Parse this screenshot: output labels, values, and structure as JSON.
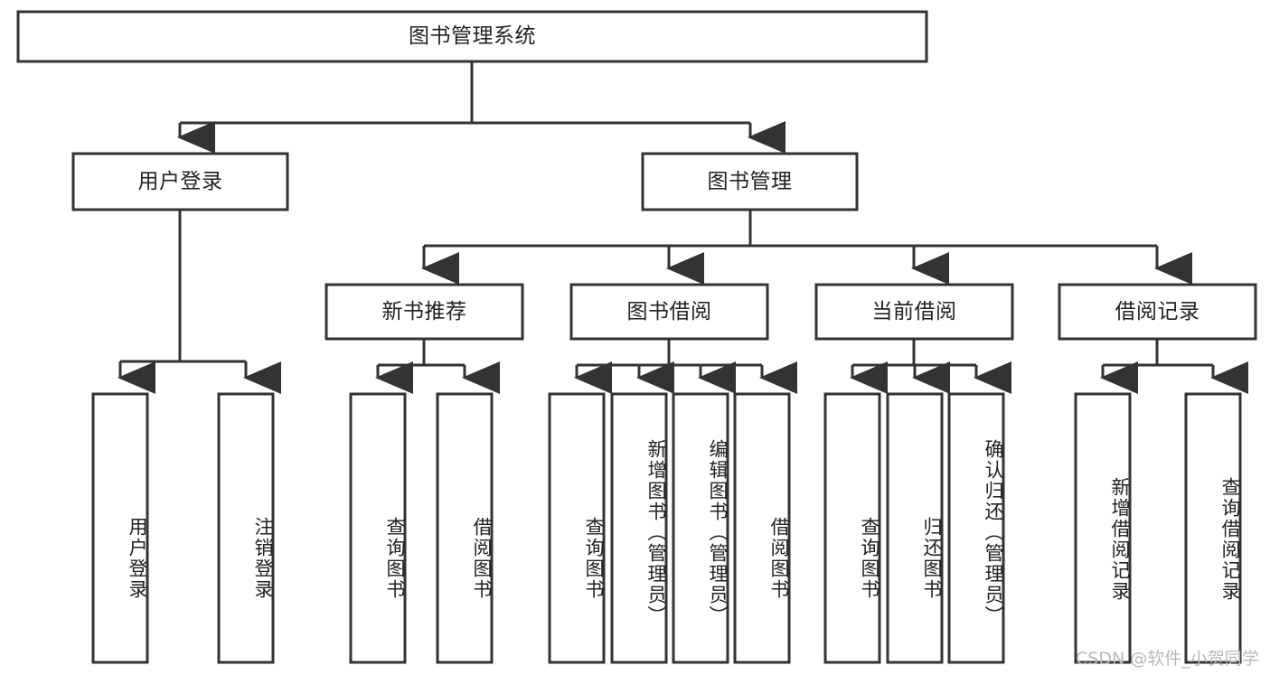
{
  "diagram": {
    "title": "图书管理系统",
    "type": "tree",
    "orientation": "top-down",
    "watermark": "CSDN @软件_小贺同学",
    "colors": {
      "background": "#ffffff",
      "node_fill": "#ffffff",
      "node_stroke": "#333333",
      "text": "#222222",
      "watermark": "#b9b9b9"
    },
    "levels": [
      {
        "level": 1,
        "nodes": [
          {
            "id": "root",
            "label": "图书管理系统",
            "orientation": "horizontal"
          }
        ]
      },
      {
        "level": 2,
        "nodes": [
          {
            "id": "user-login",
            "label": "用户登录",
            "orientation": "horizontal",
            "parent": "root"
          },
          {
            "id": "book-manage",
            "label": "图书管理",
            "orientation": "horizontal",
            "parent": "root"
          }
        ]
      },
      {
        "level": 3,
        "nodes": [
          {
            "id": "new-book-rec",
            "label": "新书推荐",
            "orientation": "horizontal",
            "parent": "book-manage"
          },
          {
            "id": "book-borrow",
            "label": "图书借阅",
            "orientation": "horizontal",
            "parent": "book-manage"
          },
          {
            "id": "current-borrow",
            "label": "当前借阅",
            "orientation": "horizontal",
            "parent": "book-manage"
          },
          {
            "id": "borrow-record",
            "label": "借阅记录",
            "orientation": "horizontal",
            "parent": "book-manage"
          }
        ]
      },
      {
        "level": 4,
        "nodes": [
          {
            "id": "leaf-user-login",
            "label": "用户登录",
            "orientation": "vertical",
            "parent": "user-login"
          },
          {
            "id": "leaf-logout",
            "label": "注销登录",
            "orientation": "vertical",
            "parent": "user-login"
          },
          {
            "id": "leaf-query-book-1",
            "label": "查询图书",
            "orientation": "vertical",
            "parent": "new-book-rec"
          },
          {
            "id": "leaf-borrow-book-1",
            "label": "借阅图书",
            "orientation": "vertical",
            "parent": "new-book-rec"
          },
          {
            "id": "leaf-query-book-2",
            "label": "查询图书",
            "orientation": "vertical",
            "parent": "book-borrow"
          },
          {
            "id": "leaf-add-book",
            "label": "新增图书（管理员）",
            "orientation": "vertical",
            "parent": "book-borrow"
          },
          {
            "id": "leaf-edit-book",
            "label": "编辑图书（管理员）",
            "orientation": "vertical",
            "parent": "book-borrow"
          },
          {
            "id": "leaf-borrow-book-2",
            "label": "借阅图书",
            "orientation": "vertical",
            "parent": "book-borrow"
          },
          {
            "id": "leaf-query-book-3",
            "label": "查询图书",
            "orientation": "vertical",
            "parent": "current-borrow"
          },
          {
            "id": "leaf-return-book",
            "label": "归还图书",
            "orientation": "vertical",
            "parent": "current-borrow"
          },
          {
            "id": "leaf-confirm-return",
            "label": "确认归还（管理员）",
            "orientation": "vertical",
            "parent": "current-borrow"
          },
          {
            "id": "leaf-add-record",
            "label": "新增借阅记录",
            "orientation": "vertical",
            "parent": "borrow-record"
          },
          {
            "id": "leaf-query-record",
            "label": "查询借阅记录",
            "orientation": "vertical",
            "parent": "borrow-record"
          }
        ]
      }
    ]
  }
}
